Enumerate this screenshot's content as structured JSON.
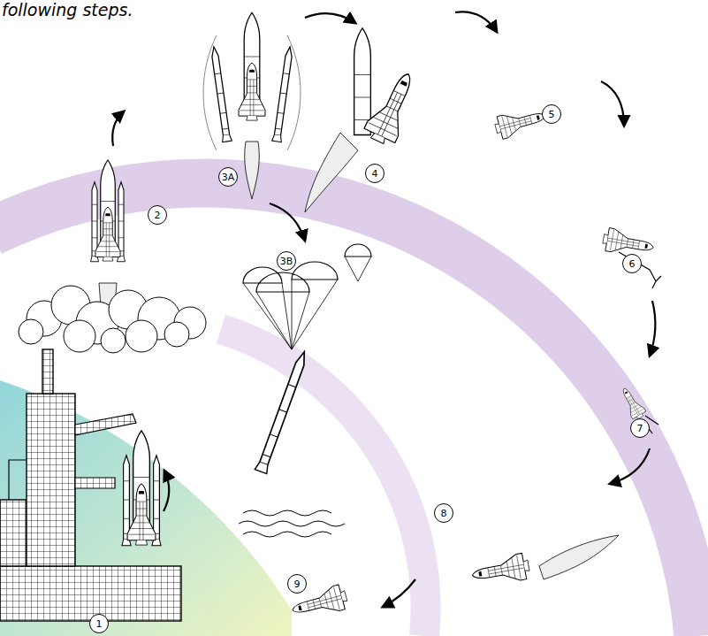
{
  "diagram": {
    "labels": [
      "following steps.",
      "1",
      "2",
      "3A",
      "3B",
      "4",
      "5",
      "6",
      "7",
      "8",
      "9"
    ]
  }
}
